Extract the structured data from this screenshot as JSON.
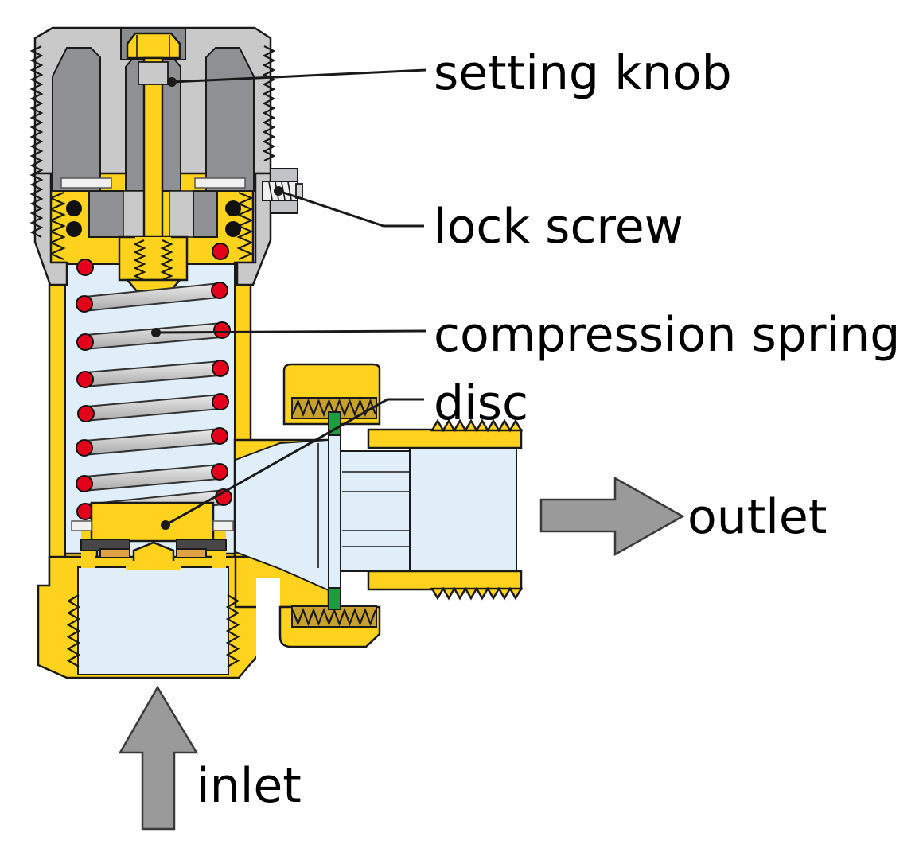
{
  "diagram": {
    "subject": "angle safety valve cross-section",
    "labels": {
      "setting_knob": "setting knob",
      "lock_screw": "lock screw",
      "compression_spring": "compression spring",
      "disc": "disc",
      "outlet": "outlet",
      "inlet": "inlet"
    },
    "colors": {
      "brass_yellow": "#FFD21E",
      "brass_dark_gold": "#C8A02C",
      "knob_gray_light": "#C9C9C9",
      "knob_gray_dark": "#8F9094",
      "fluid_blue": "#DFEEF8",
      "spring_red": "#E2001A",
      "gasket_green": "#1E9C3F",
      "seal_dark_gray": "#474747",
      "seat_orange": "#DFA245",
      "flow_arrow_gray": "#9A9A9A",
      "outline_black": "#1a1a1a"
    }
  }
}
